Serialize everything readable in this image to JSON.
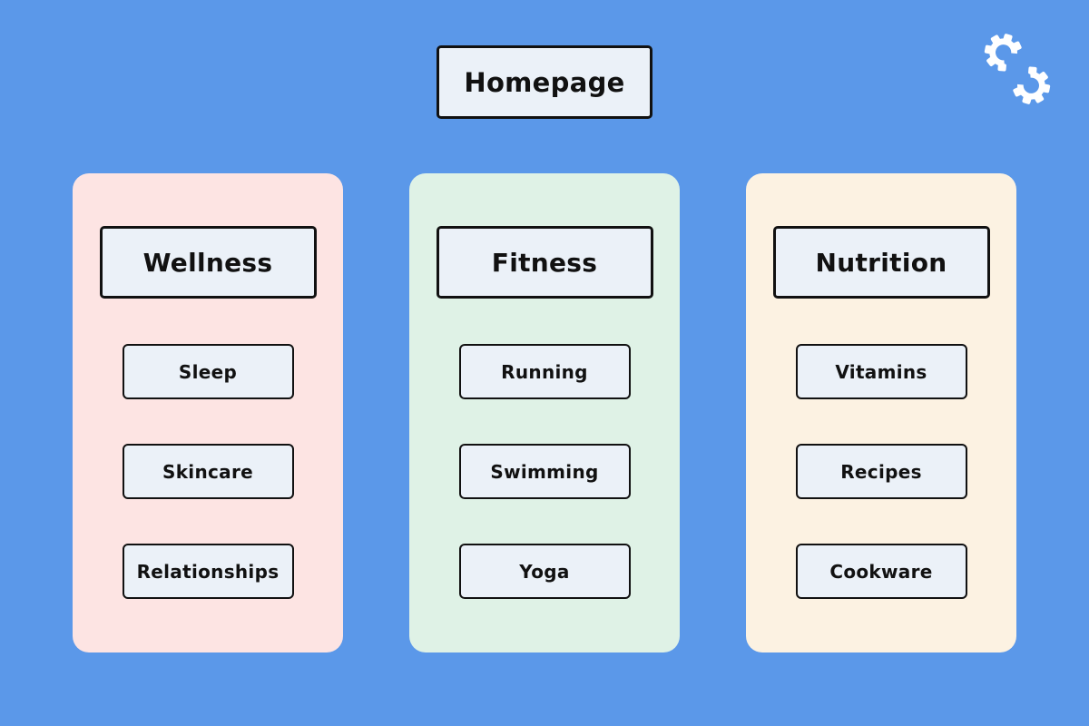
{
  "page": {
    "background_color": "#5B98E9"
  },
  "logo": {
    "icon": "interlocking-gears-icon",
    "color": "#FFFFFF"
  },
  "root_node": {
    "label": "Homepage"
  },
  "node_style": {
    "fill_color": "#EBF1F8",
    "border_color": "#111111",
    "text_color": "#111111"
  },
  "columns": [
    {
      "title": "Wellness",
      "panel_color": "#FDE4E3",
      "children": [
        "Sleep",
        "Skincare",
        "Relationships"
      ]
    },
    {
      "title": "Fitness",
      "panel_color": "#DFF2E6",
      "children": [
        "Running",
        "Swimming",
        "Yoga"
      ]
    },
    {
      "title": "Nutrition",
      "panel_color": "#FCF2E2",
      "children": [
        "Vitamins",
        "Recipes",
        "Cookware"
      ]
    }
  ]
}
